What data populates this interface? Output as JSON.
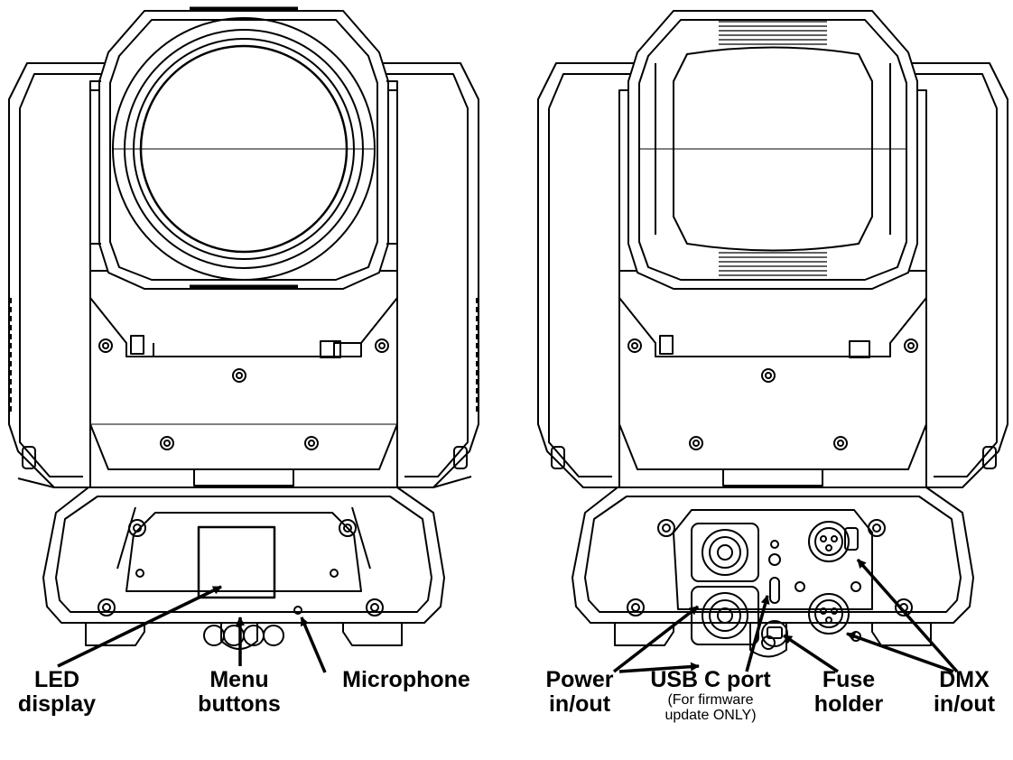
{
  "labels": {
    "led_display": [
      "LED",
      "display"
    ],
    "menu_buttons": [
      "Menu",
      "buttons"
    ],
    "microphone": "Microphone",
    "power": [
      "Power",
      "in/out"
    ],
    "usb": [
      "USB C port",
      "(For firmware",
      "update ONLY)"
    ],
    "fuse": [
      "Fuse",
      "holder"
    ],
    "dmx": [
      "DMX",
      "in/out"
    ]
  },
  "colors": {
    "line": "#000000",
    "fill": "#ffffff",
    "detail": "#333333"
  }
}
